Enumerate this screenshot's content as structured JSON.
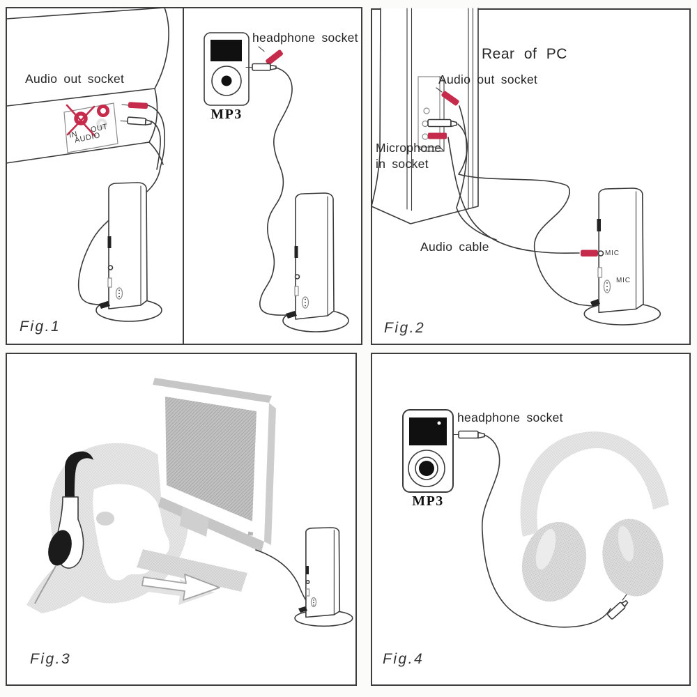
{
  "colors": {
    "plug-red": "#c62b4b",
    "line": "#3a3a3a"
  },
  "figures": {
    "fig1": {
      "caption": "Fig.1",
      "audio_out_socket_label": "Audio out socket",
      "socket_panel": {
        "in_label": "IN",
        "out_label": "OUT",
        "audio_label": "AUDIO"
      },
      "mp3_label": "MP3",
      "headphone_socket_label": "headphone socket"
    },
    "fig2": {
      "caption": "Fig.2",
      "title": "Rear of PC",
      "audio_out_socket_label": "Audio out socket",
      "mic_in_label_line1": "Microphone",
      "mic_in_label_line2": "in socket",
      "audio_cable_label": "Audio cable",
      "mic_jack_label": "MIC",
      "mic_switch_label": "MIC"
    },
    "fig3": {
      "caption": "Fig.3"
    },
    "fig4": {
      "caption": "Fig.4",
      "mp3_label": "MP3",
      "headphone_socket_label": "headphone socket"
    }
  }
}
